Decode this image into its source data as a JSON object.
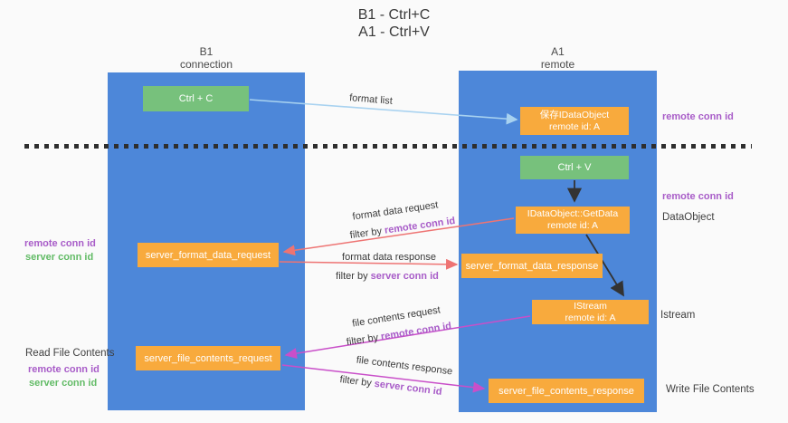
{
  "title": {
    "line1": "B1 - Ctrl+C",
    "line2": "A1 - Ctrl+V"
  },
  "lanes": {
    "left": {
      "name": "B1",
      "role": "connection"
    },
    "right": {
      "name": "A1",
      "role": "remote"
    }
  },
  "nodes": {
    "ctrl_c": {
      "label": "Ctrl + C"
    },
    "ctrl_v": {
      "label": "Ctrl + V"
    },
    "save_dataobject": {
      "line1": "保存IDataObject",
      "line2": "remote id: A"
    },
    "getdata": {
      "line1": "IDataObject::GetData",
      "line2": "remote id: A"
    },
    "istream": {
      "line1": "IStream",
      "line2": "remote id: A"
    },
    "format_request": {
      "label": "server_format_data_request"
    },
    "format_response": {
      "label": "server_format_data_response"
    },
    "file_request": {
      "label": "server_file_contents_request"
    },
    "file_response": {
      "label": "server_file_contents_response"
    }
  },
  "flow_labels": {
    "format_list": "format list",
    "format_data_request": "format data request",
    "format_data_request_filter": {
      "prefix": "filter by ",
      "key": "remote conn id"
    },
    "format_data_response": "format data response",
    "format_data_response_filter": {
      "prefix": "filter by ",
      "key": "server conn id"
    },
    "file_contents_request": "file contents request",
    "file_contents_request_filter": {
      "prefix": "filter by ",
      "key": "remote conn id"
    },
    "file_contents_response": "file contents response",
    "file_contents_response_filter": {
      "prefix": "filter by ",
      "key": "server conn id"
    }
  },
  "side_labels": {
    "right_conn_top": "remote conn id",
    "right_conn_mid": "remote conn id",
    "dataobject": "DataObject",
    "istream": "Istream",
    "write_file": "Write File Contents",
    "left_upper_remote": "remote conn id",
    "left_upper_server": "server conn id",
    "read_file": "Read File Contents",
    "left_lower_remote": "remote conn id",
    "left_lower_server": "server conn id"
  },
  "colors": {
    "lane_blue": "#4d87d9",
    "node_green": "#77c17c",
    "node_orange": "#f8aa3d",
    "arrow_light_blue": "#a8d2f0",
    "arrow_red": "#ee7473",
    "arrow_magenta": "#c94fc9",
    "arrow_black": "#333333",
    "text_purple": "#a85cc8",
    "text_green": "#62bb66",
    "text_dark": "#3a3a3a",
    "background": "#fafafa"
  }
}
